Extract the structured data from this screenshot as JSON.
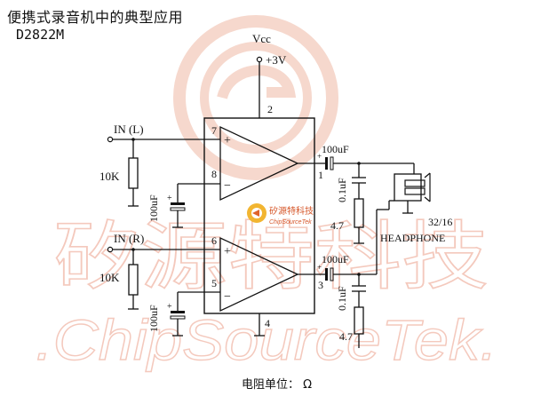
{
  "title": "便携式录音机中的典型应用",
  "part_number": "D2822M",
  "supply": {
    "name": "Vcc",
    "voltage": "+3V",
    "pin": "2"
  },
  "inputs": [
    {
      "label": "IN (L)",
      "pin_plus": "7",
      "pin_minus": "8",
      "resistor": "10K",
      "capacitor": "100uF"
    },
    {
      "label": "IN (R)",
      "pin_plus": "6",
      "pin_minus": "5",
      "resistor": "10K",
      "capacitor": "100uF"
    }
  ],
  "amplifier": {
    "plus_sign": "+",
    "minus_sign": "−",
    "ground_pin": "4"
  },
  "outputs": [
    {
      "pin": "1",
      "coupling_cap": "100uF",
      "snubber_cap": "0.1uF",
      "snubber_res": "4.7"
    },
    {
      "pin": "3",
      "coupling_cap": "100uF",
      "snubber_cap": "0.1uF",
      "snubber_res": "4.7"
    }
  ],
  "headphone": {
    "impedance": "32/16",
    "label": "HEADPHONE"
  },
  "units_note": "电阻单位： Ω",
  "logo": {
    "cn": "矽源特科技",
    "en": "ChipSourceTek"
  },
  "watermark": {
    "cn": "矽源特科技",
    "en": ".ChipSourceTek."
  }
}
